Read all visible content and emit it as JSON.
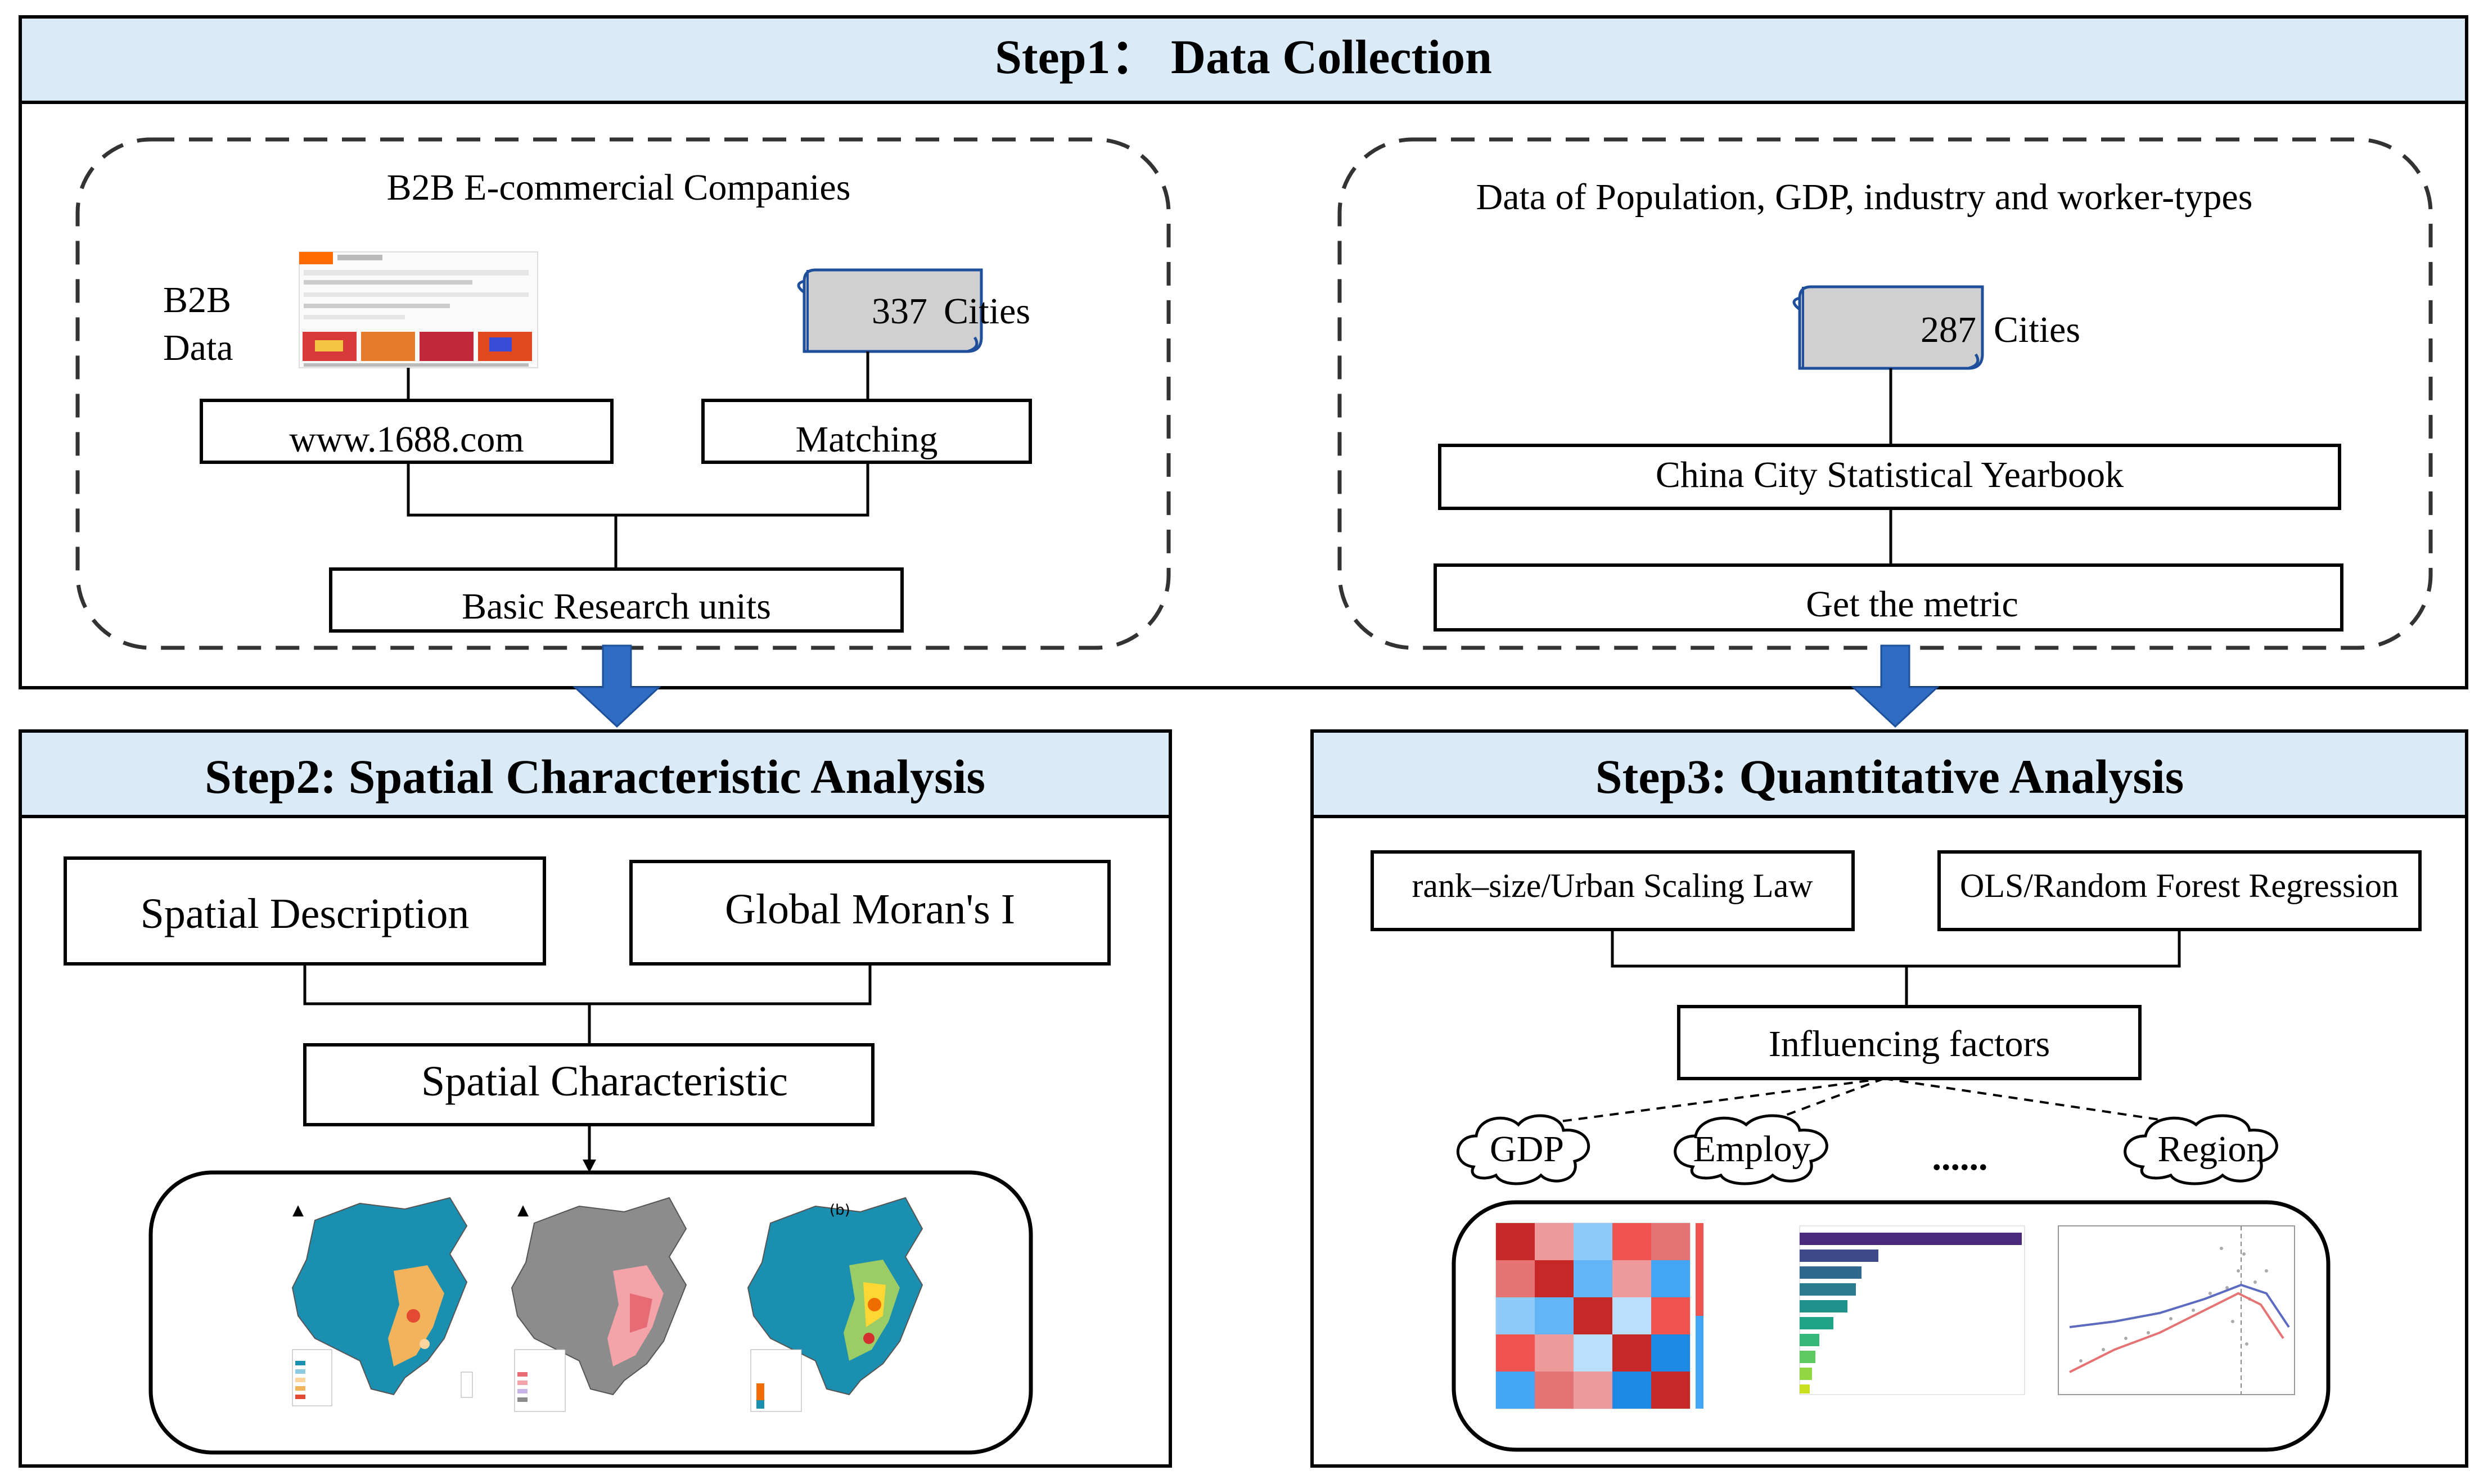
{
  "step1": {
    "title": "Step1： Data Collection",
    "left_group": {
      "title": "B2B E-commercial Companies",
      "b2b_label_line1": "B2B",
      "b2b_label_line2": "Data",
      "cities_count": "337",
      "cities_label": "Cities",
      "website_box": "www.1688.com",
      "matching_box": "Matching",
      "result_box": "Basic Research units"
    },
    "right_group": {
      "title": "Data of Population, GDP, industry and worker-types",
      "cities_count": "287",
      "cities_label": "Cities",
      "yearbook_box": "China City Statistical Yearbook",
      "result_box": "Get the metric"
    }
  },
  "step2": {
    "title": "Step2: Spatial Characteristic Analysis",
    "left_box": "Spatial Description",
    "right_box": "Global Moran's I",
    "result_box": "Spatial Characteristic"
  },
  "step3": {
    "title": "Step3: Quantitative Analysis",
    "left_box": "rank–size/Urban Scaling Law",
    "right_box": "OLS/Random Forest Regression",
    "result_box": "Influencing  factors",
    "factors": [
      "GDP",
      "Employ",
      "Region"
    ],
    "ellipsis": "......"
  },
  "colors": {
    "header_fill": "#dbeaf7",
    "arrow_blue": "#2f6cc4",
    "map_teal": "#1a8fb0",
    "map_grey": "#8c8c8c"
  },
  "icons": [
    "arrow-down-icon",
    "scroll-icon",
    "cloud-icon",
    "china-map-thumbnail",
    "heatmap-thumbnail",
    "bar-chart-thumbnail",
    "scatter-plot-thumbnail",
    "website-screenshot-thumbnail"
  ]
}
